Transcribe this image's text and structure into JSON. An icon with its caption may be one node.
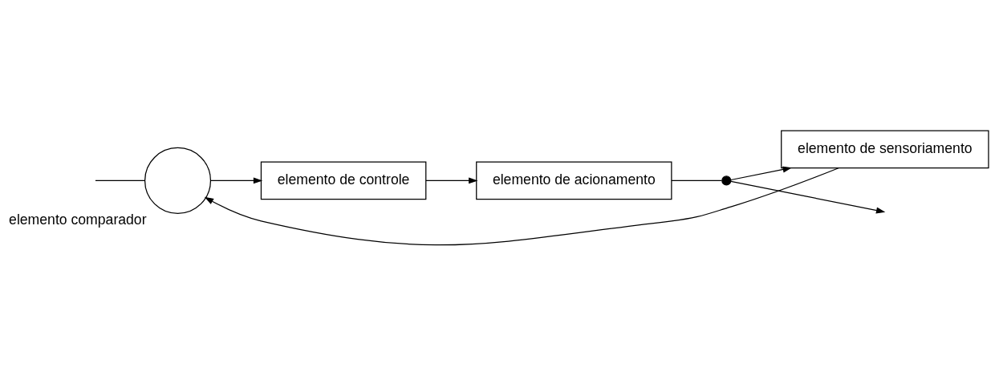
{
  "diagram": {
    "nodes": [
      {
        "text": [],
        "shape": "circle",
        "beside": [
          "elemento comparador"
        ]
      },
      {
        "text": [
          "elemento de controle"
        ]
      },
      {
        "text": [
          "elemento de acionamento"
        ]
      },
      {
        "text": [],
        "shape": "dot"
      },
      {
        "text": [
          "elemento de sensoriamento"
        ]
      }
    ],
    "edges": [
      {
        "from": null,
        "to": 0,
        "arrow": "none"
      },
      {
        "from": 0,
        "to": 1,
        "arrow": "to"
      },
      {
        "from": 1,
        "to": 2,
        "arrow": "to"
      },
      {
        "from": 2,
        "to": 3,
        "arrow": "none"
      },
      {
        "from": 3,
        "to": null,
        "arrow": "to"
      },
      {
        "from": 3,
        "to": 4,
        "arrow": "to"
      },
      {
        "from": 4,
        "to": 0,
        "arrow": "to"
      }
    ]
  }
}
